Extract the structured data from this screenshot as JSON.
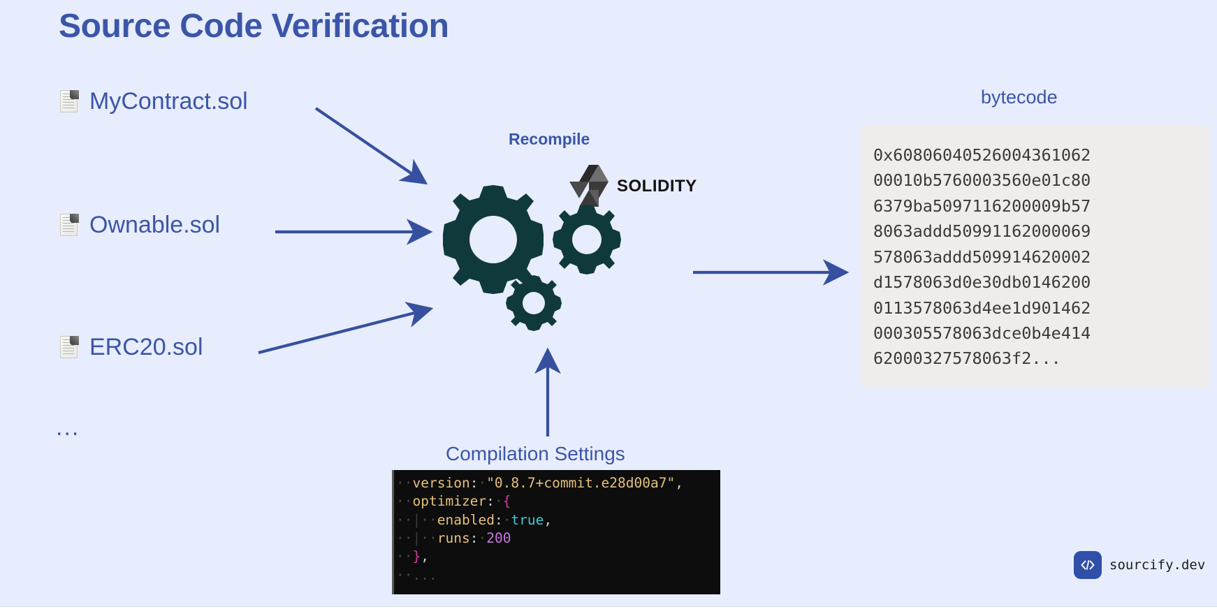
{
  "colors": {
    "background": "#e7edfd",
    "accent_blue": "#3b55a8",
    "arrow_blue": "#36509f",
    "gear_dark": "#10393c",
    "bytecode_panel": "#eeedeb",
    "code_block_bg": "#0d0d0d"
  },
  "title": "Source Code Verification",
  "files": [
    {
      "icon": "document-icon",
      "name": "MyContract.sol"
    },
    {
      "icon": "document-icon",
      "name": "Ownable.sol"
    },
    {
      "icon": "document-icon",
      "name": "ERC20.sol"
    }
  ],
  "files_more": "...",
  "process": {
    "recompile_label": "Recompile",
    "compiler_logo_text": "SOLIDITY",
    "gears_icon": "gears-icon"
  },
  "bytecode": {
    "label": "bytecode",
    "lines": [
      "0x60806040526004361062",
      "00010b5760003560e01c80",
      "6379ba5097116200009b57",
      "8063addd50991162000069",
      "578063addd509914620002",
      "d1578063d0e30db0146200",
      "0113578063d4ee1d901462",
      "000305578063dce0b4e414",
      "62000327578063f2..."
    ]
  },
  "settings": {
    "label": "Compilation Settings",
    "code": [
      {
        "indent": 1,
        "key": "version",
        "sep": ": ",
        "value": "\"0.8.7+commit.e28d00a7\"",
        "value_type": "str",
        "trail": ","
      },
      {
        "indent": 1,
        "key": "optimizer",
        "sep": ": ",
        "value": "{",
        "value_type": "brace",
        "trail": ""
      },
      {
        "indent": 2,
        "key": "enabled",
        "sep": ": ",
        "value": "true",
        "value_type": "bool",
        "trail": ","
      },
      {
        "indent": 2,
        "key": "runs",
        "sep": ": ",
        "value": "200",
        "value_type": "num",
        "trail": ""
      },
      {
        "indent": 1,
        "key": "",
        "sep": "",
        "value": "}",
        "value_type": "brace",
        "trail": ","
      },
      {
        "indent": 1,
        "key": "",
        "sep": "",
        "value": "...",
        "value_type": "dots",
        "trail": ""
      }
    ],
    "code_text": "  version: \"0.8.7+commit.e28d00a7\",\n  optimizer: {\n    enabled: true,\n    runs: 200\n  },\n  ..."
  },
  "footer": {
    "brand": "sourcify.dev",
    "mark_icon": "code-brackets-icon"
  }
}
